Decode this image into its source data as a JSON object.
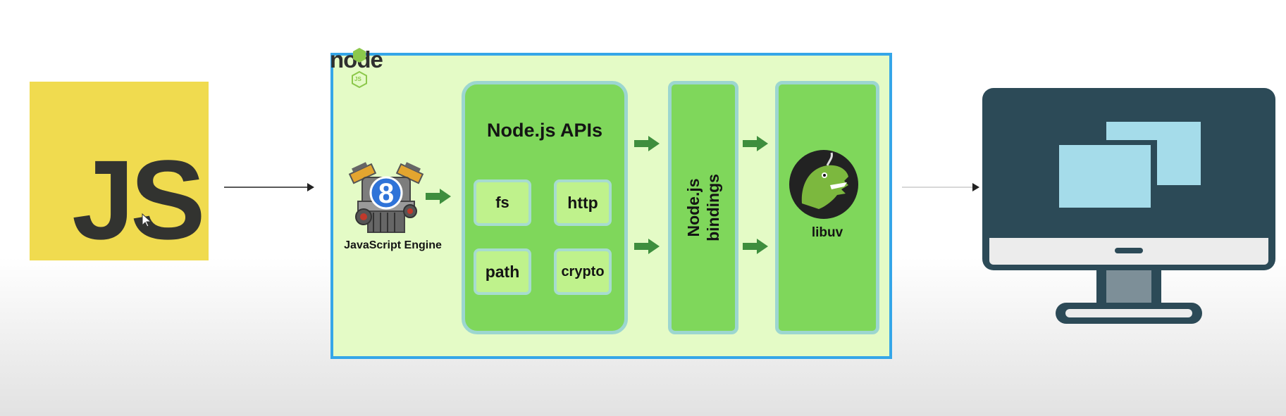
{
  "js_logo": {
    "text": "JS"
  },
  "node_logo": {
    "text": "node",
    "sub": "JS"
  },
  "engine": {
    "label": "JavaScript Engine",
    "badge": "8"
  },
  "apis": {
    "title": "Node.js APIs",
    "modules": [
      "fs",
      "http",
      "path",
      "crypto"
    ]
  },
  "bindings": {
    "line1": "Node.js",
    "line2": "bindings"
  },
  "libuv": {
    "label": "libuv"
  },
  "colors": {
    "js_yellow": "#f0db4f",
    "node_bg": "#e4fbc6",
    "node_border": "#35a6e8",
    "panel_green": "#7fd75b",
    "arrow_green": "#3e8e3e",
    "monitor": "#2c4a57",
    "screen_window": "#a5dcea"
  }
}
